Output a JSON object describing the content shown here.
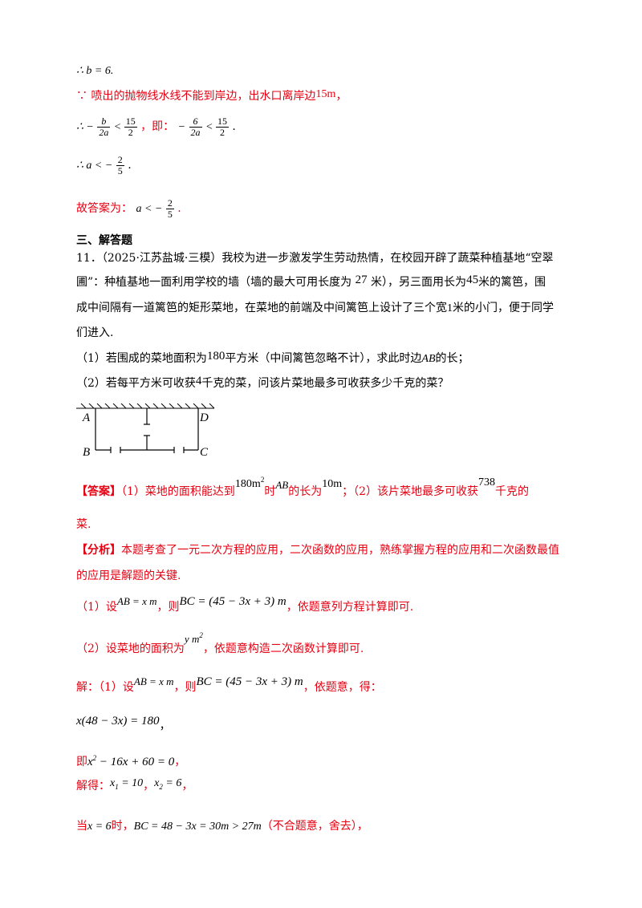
{
  "top": {
    "l1": "∴ b = 6.",
    "l2_text": "∵ 喷出的抛物线水线不能到岸边，出水口离岸边",
    "l2_val": "15m",
    "l2_end": "，",
    "l3_pre": "∴ −",
    "l3_b": "b",
    "l3_2a": "2a",
    "l3_lt": " < ",
    "l3_15": "15",
    "l3_2": "2",
    "l3_ji": "，即：",
    "l3_neg": "−",
    "l3_6": "6",
    "l3_end": ".",
    "l4_pre": "∴ a < −",
    "l4_2": "2",
    "l4_5": "5",
    "l4_end": ".",
    "l5_text": "故答案为：",
    "l5_a": "a < −",
    "l5_end": "."
  },
  "section": {
    "title": "三、解答题"
  },
  "problem": {
    "p1": "11．（2025·江苏盐城·三模）我校为进一步激发学生劳动热情，在校园开辟了蔬菜种植基地“空翠",
    "p2a": "圃”：种植基地一面利用学校的墙（墙的最大可用长度为 ",
    "p2b": "27",
    "p2c": " 米），另三面用长为",
    "p2d": "45",
    "p2e": "米的篱笆，围",
    "p3a": "成中间隔有一道篱笆的矩形菜地，在菜地的前端及中间篱笆上设计了三个宽",
    "p3b": "1",
    "p3c": "米的小门，便于同学",
    "p4": "们进入.",
    "q1a": "（1）若围成的菜地面积为",
    "q1b": "180",
    "q1c": "平方米（中间篱笆忽略不计），求此时边",
    "q1d": "AB",
    "q1e": "的长；",
    "q2a": "（2）若每平方米可收获",
    "q2b": "4",
    "q2c": "千克的菜，问该片菜地最多可收获多少千克的菜？"
  },
  "diagram": {
    "A": "A",
    "B": "B",
    "C": "C",
    "D": "D"
  },
  "answer": {
    "tag": "【答案】",
    "a1": "（1）菜地的面积能达到",
    "a1v": "180m",
    "a1sup": "2",
    "a1b": "时",
    "a1c": "AB",
    "a1d": "的长为",
    "a1e": "10m",
    "a1f": "；（2）该片菜地最多可收获",
    "a1g": "738",
    "a1h": "千克的",
    "a2": "菜."
  },
  "analysis": {
    "tag": "【分析】",
    "t1": "本题考查了一元二次方程的应用，二次函数的应用，熟练掌握方程的应用和二次函数最值",
    "t2": "的应用是解题的关键.",
    "s1a": "（1）设",
    "s1b": "AB = x m",
    "s1c": "，则",
    "s1d": "BC = (45 − 3x + 3) m",
    "s1e": "，依题意列方程计算即可.",
    "s2a": "（2）设菜地的面积为",
    "s2b": "y m",
    "s2sup": "2",
    "s2c": "，依题意构造二次函数计算即可."
  },
  "solution": {
    "j1a": "解：（1）设",
    "j1b": "AB = x m",
    "j1c": "，则",
    "j1d": "BC = (45 − 3x + 3) m",
    "j1e": "，依题意，得：",
    "eq1": "x(48 − 3x) = 180",
    "eq1end": "，",
    "eq2a": "即",
    "eq2b": "x",
    "eq2sup": "2",
    "eq2c": " − 16x + 60 = 0",
    "eq2end": "，",
    "eq3a": "解得：",
    "eq3b": "x",
    "eq3s1": "1",
    "eq3c": " = 10",
    "eq3d": "，",
    "eq3e": "x",
    "eq3s2": "2",
    "eq3f": " = 6",
    "eq3end": "，",
    "eq4a": "当",
    "eq4b": "x = 6",
    "eq4c": "时，",
    "eq4d": "BC = 48 − 3x = 30m > 27m",
    "eq4e": "（不合题意，舍去），"
  }
}
